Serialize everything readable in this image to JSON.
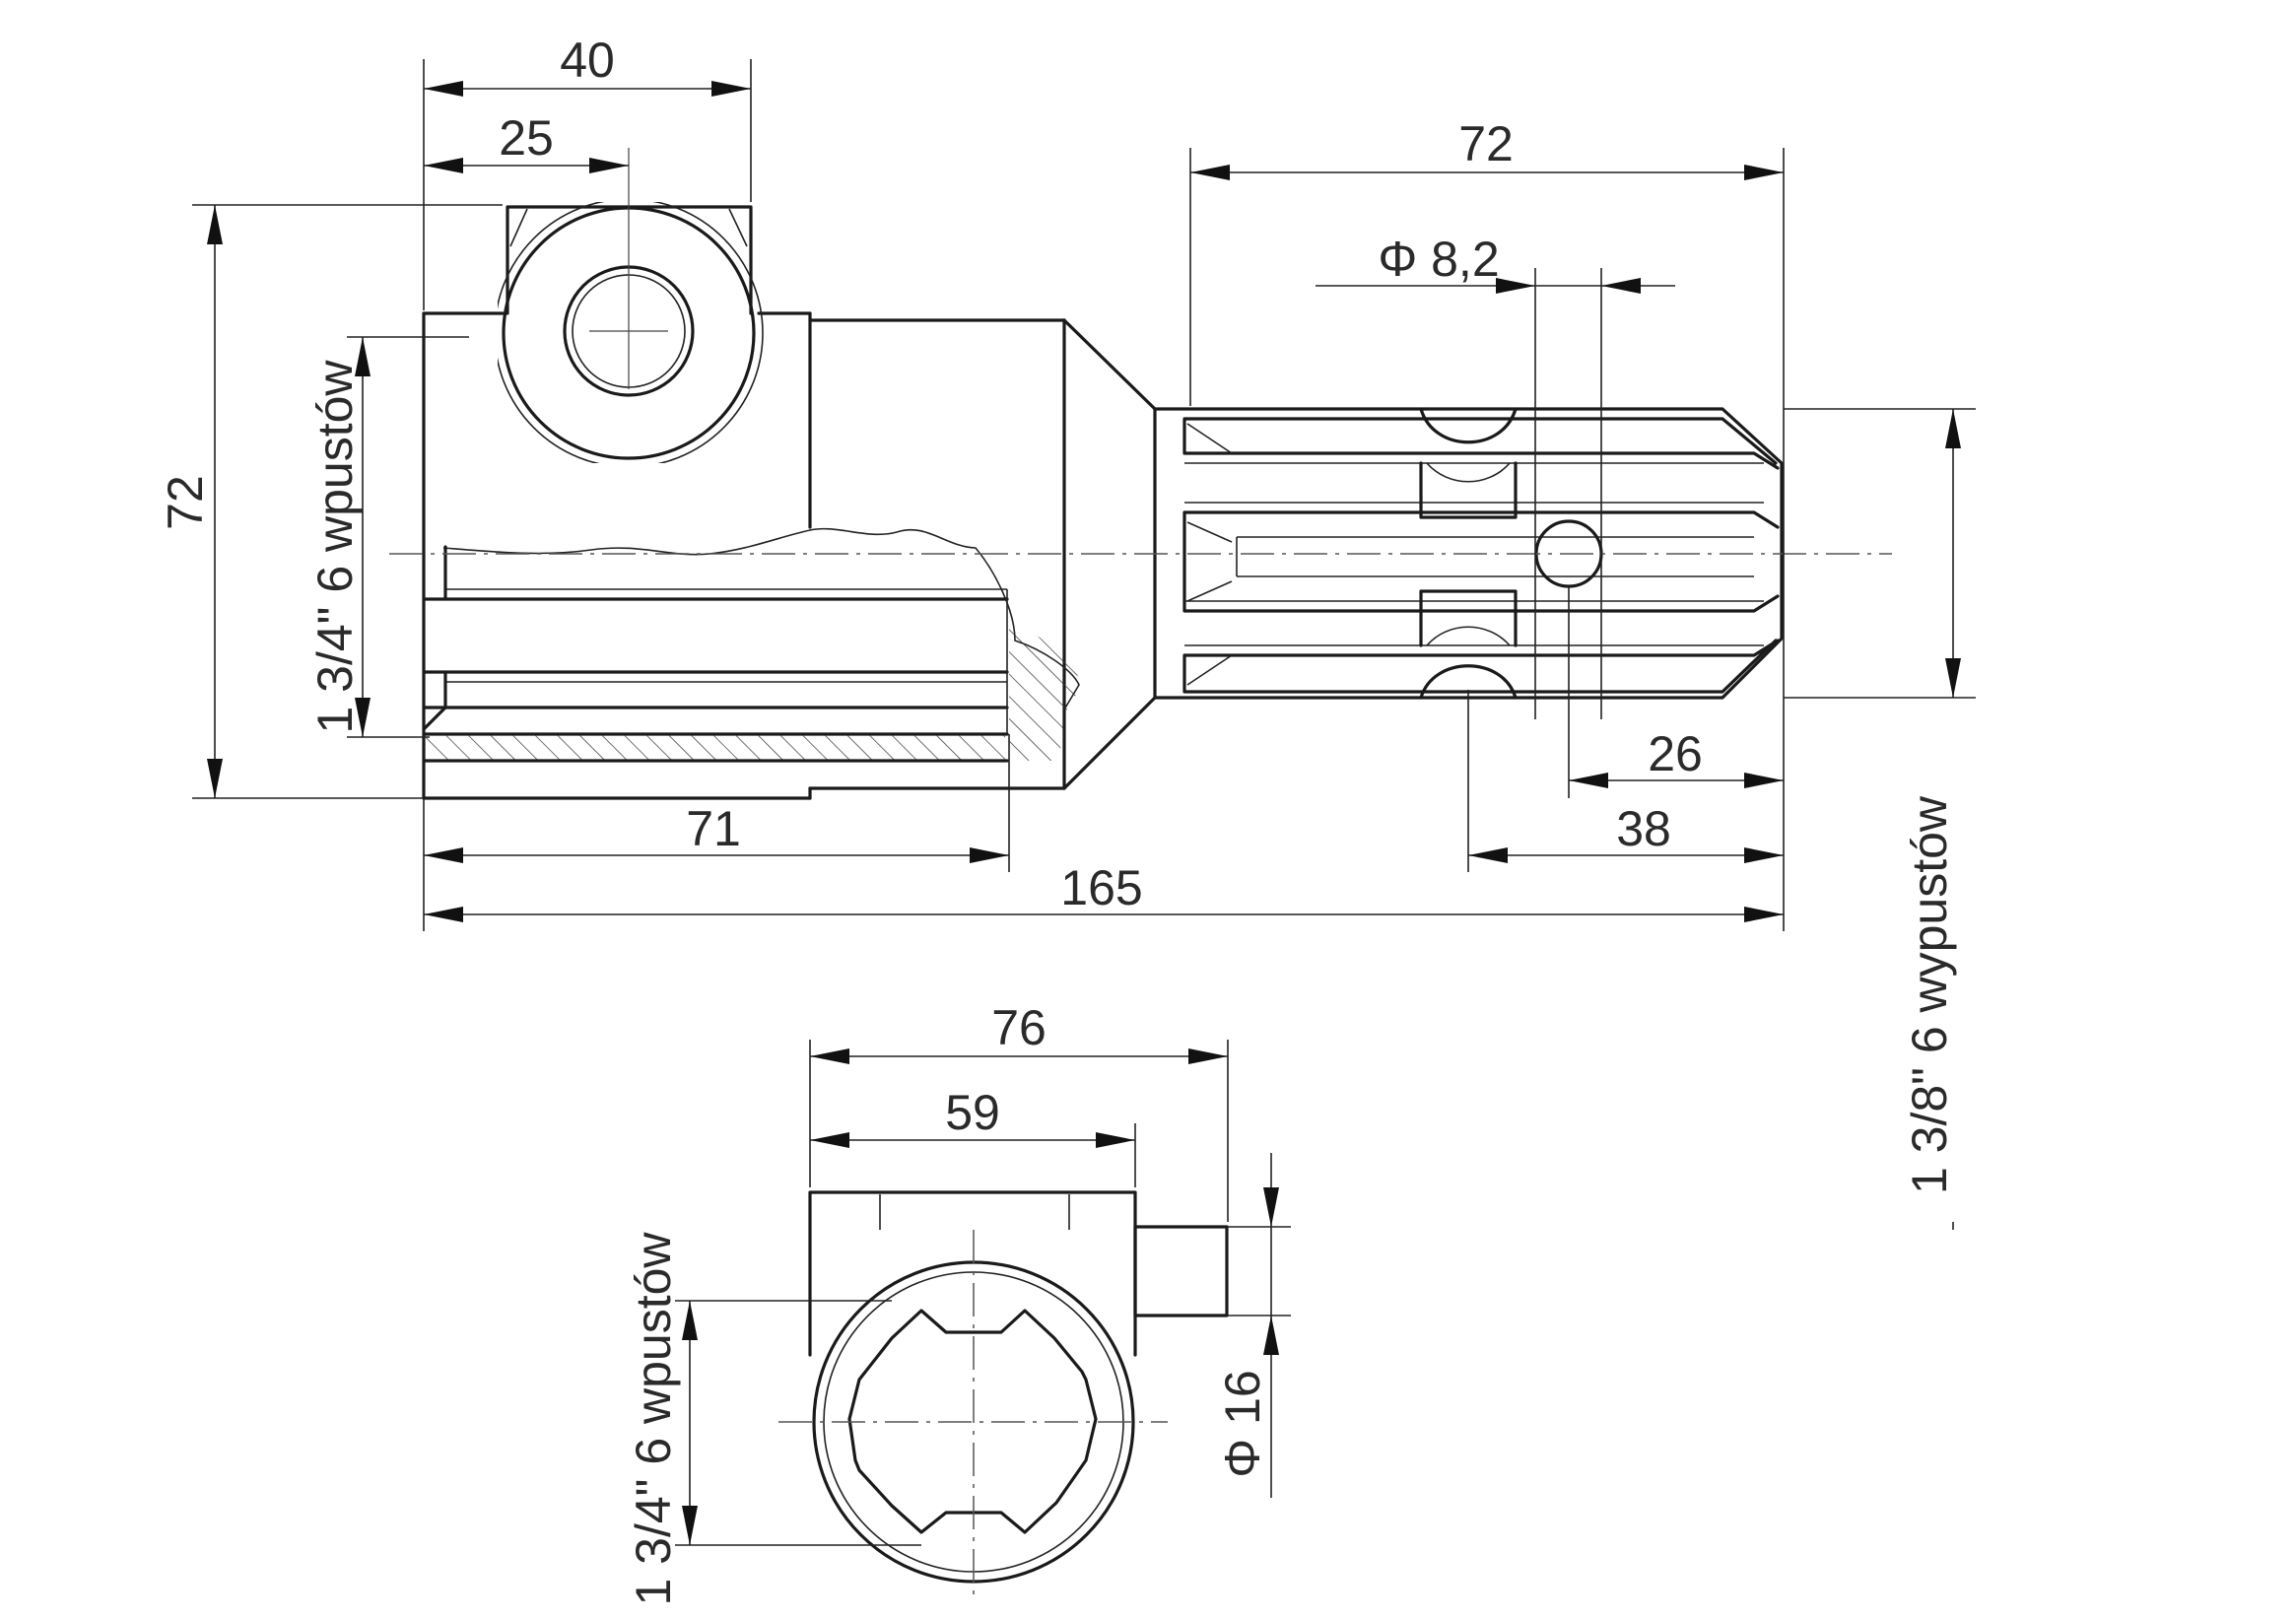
{
  "dimensions": {
    "top_width_40": "40",
    "top_width_25": "25",
    "height_72": "72",
    "spline_length_72": "72",
    "hole_diameter": "Φ 8,2",
    "bore_length_71": "71",
    "overall_length_165": "165",
    "groove_distance_26": "26",
    "groove_distance_38": "38",
    "end_width_76": "76",
    "end_width_59": "59",
    "bolt_diameter": "Φ 16"
  },
  "labels": {
    "bore_spline_side": "1 3/4\" 6 wpustów",
    "shaft_spline": "1 3/8\" 6 wypustów",
    "bore_spline_end": "1 3/4\" 6 wpustów"
  }
}
